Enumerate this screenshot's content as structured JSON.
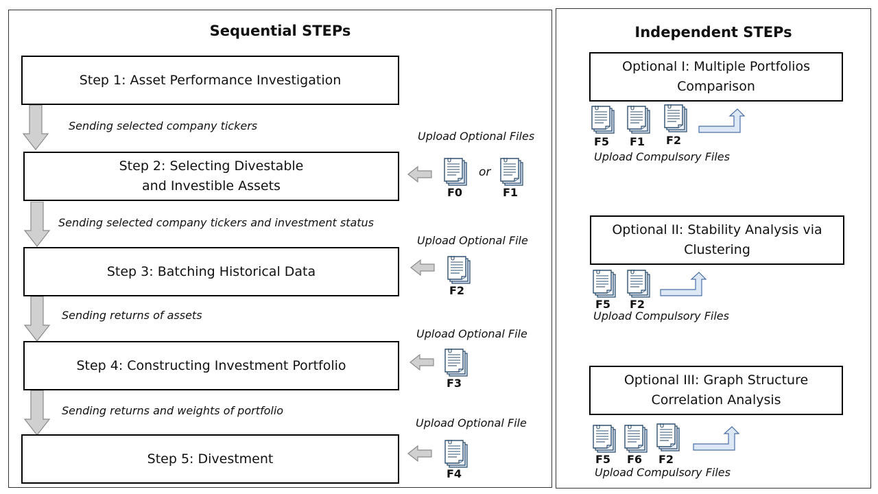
{
  "colors": {
    "border": "#000000",
    "arrow_fill": "#d0d0d0",
    "icon_fill": "#dde8f4",
    "icon_stroke": "#2f4f6f",
    "link_fill": "#dce8f6",
    "link_stroke": "#4a6fa5"
  },
  "sequential": {
    "title": "Sequential STEPs",
    "step1": {
      "label": "Step 1: Asset Performance Investigation"
    },
    "step2": {
      "line1": "Step 2: Selecting Divestable",
      "line2": "and Investible Assets"
    },
    "step3": {
      "label": "Step 3: Batching Historical Data"
    },
    "step4": {
      "label": "Step 4: Constructing Investment Portfolio"
    },
    "step5": {
      "label": "Step 5: Divestment"
    },
    "arrow1_label": "Sending selected company tickers",
    "arrow2_label": "Sending selected company tickers and investment status",
    "arrow3_label": "Sending returns of assets",
    "arrow4_label": "Sending returns and weights of portfolio",
    "upload2": {
      "label": "Upload Optional Files",
      "or": "or",
      "file_a": "F0",
      "file_b": "F1"
    },
    "upload3": {
      "label": "Upload Optional File",
      "file": "F2"
    },
    "upload4": {
      "label": "Upload Optional File",
      "file": "F3"
    },
    "upload5": {
      "label": "Upload Optional File",
      "file": "F4"
    }
  },
  "independent": {
    "title": "Independent STEPs",
    "opt1": {
      "line1": "Optional I: Multiple Portfolios",
      "line2": "Comparison",
      "files": [
        "F5",
        "F1",
        "F2"
      ],
      "upload_label": "Upload Compulsory Files"
    },
    "opt2": {
      "line1": "Optional II: Stability Analysis via",
      "line2": "Clustering",
      "files": [
        "F5",
        "F2"
      ],
      "upload_label": "Upload Compulsory Files"
    },
    "opt3": {
      "line1": "Optional III: Graph Structure",
      "line2": "Correlation Analysis",
      "files": [
        "F5",
        "F6",
        "F2"
      ],
      "upload_label": "Upload Compulsory Files"
    }
  }
}
